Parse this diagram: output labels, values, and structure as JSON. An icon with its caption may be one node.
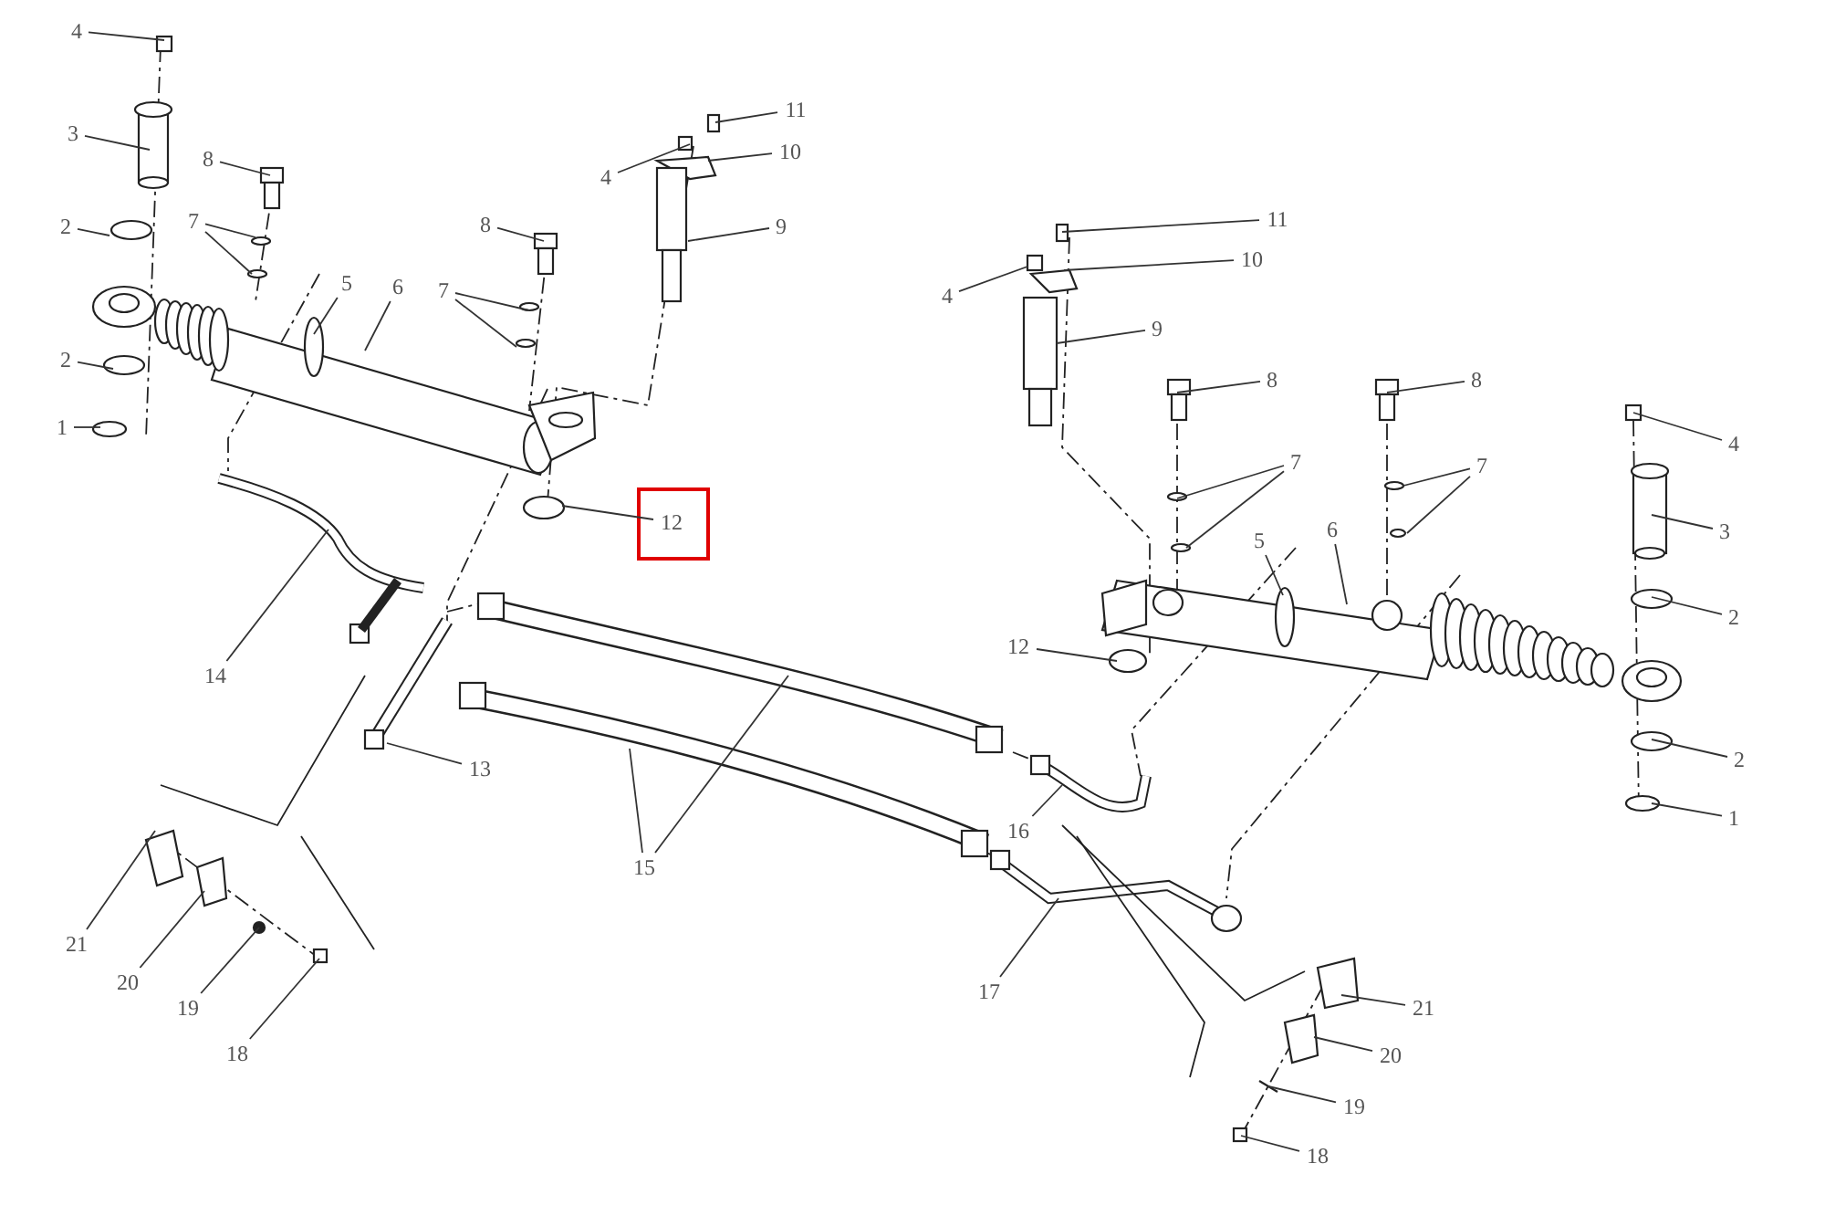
{
  "diagram": {
    "nodes": [
      {
        "text": [
          "4"
        ]
      },
      {
        "text": [
          "3"
        ]
      },
      {
        "text": [
          "8"
        ]
      },
      {
        "text": [
          "2"
        ]
      },
      {
        "text": [
          "7"
        ]
      },
      {
        "text": [
          "5"
        ]
      },
      {
        "text": [
          "6"
        ]
      },
      {
        "text": [
          "8"
        ]
      },
      {
        "text": [
          "7"
        ]
      },
      {
        "text": [
          "11"
        ]
      },
      {
        "text": [
          "4"
        ]
      },
      {
        "text": [
          "10"
        ]
      },
      {
        "text": [
          "9"
        ]
      },
      {
        "text": [
          "2"
        ]
      },
      {
        "text": [
          "1"
        ]
      },
      {
        "text": [
          "12"
        ]
      },
      {
        "text": [
          "14"
        ]
      },
      {
        "text": [
          "13"
        ]
      },
      {
        "text": [
          "15"
        ]
      },
      {
        "text": [
          "16"
        ]
      },
      {
        "text": [
          "17"
        ]
      },
      {
        "text": [
          "21"
        ]
      },
      {
        "text": [
          "20"
        ]
      },
      {
        "text": [
          "19"
        ]
      },
      {
        "text": [
          "18"
        ]
      },
      {
        "text": [
          "11"
        ]
      },
      {
        "text": [
          "4"
        ]
      },
      {
        "text": [
          "10"
        ]
      },
      {
        "text": [
          "9"
        ]
      },
      {
        "text": [
          "8"
        ]
      },
      {
        "text": [
          "8"
        ]
      },
      {
        "text": [
          "7"
        ]
      },
      {
        "text": [
          "7"
        ]
      },
      {
        "text": [
          "4"
        ]
      },
      {
        "text": [
          "3"
        ]
      },
      {
        "text": [
          "5"
        ]
      },
      {
        "text": [
          "6"
        ]
      },
      {
        "text": [
          "12"
        ]
      },
      {
        "text": [
          "2"
        ]
      },
      {
        "text": [
          "2"
        ]
      },
      {
        "text": [
          "1"
        ]
      },
      {
        "text": [
          "21"
        ]
      },
      {
        "text": [
          "20"
        ]
      },
      {
        "text": [
          "19"
        ]
      },
      {
        "text": [
          "18"
        ]
      }
    ],
    "edges": [
      {
        "from": 0,
        "to": null,
        "arrow": "none"
      },
      {
        "from": 1,
        "to": null,
        "arrow": "none"
      },
      {
        "from": 2,
        "to": null,
        "arrow": "none"
      },
      {
        "from": 3,
        "to": null,
        "arrow": "none"
      },
      {
        "from": 4,
        "to": null,
        "arrow": "none"
      },
      {
        "from": 4,
        "to": null,
        "arrow": "none"
      },
      {
        "from": 5,
        "to": null,
        "arrow": "none"
      },
      {
        "from": 6,
        "to": null,
        "arrow": "none"
      },
      {
        "from": 7,
        "to": null,
        "arrow": "none"
      },
      {
        "from": 8,
        "to": null,
        "arrow": "none"
      },
      {
        "from": 8,
        "to": null,
        "arrow": "none"
      },
      {
        "from": 9,
        "to": null,
        "arrow": "none"
      },
      {
        "from": 10,
        "to": null,
        "arrow": "none"
      },
      {
        "from": 11,
        "to": null,
        "arrow": "none"
      },
      {
        "from": 12,
        "to": null,
        "arrow": "none"
      },
      {
        "from": 13,
        "to": null,
        "arrow": "none"
      },
      {
        "from": 14,
        "to": null,
        "arrow": "none"
      },
      {
        "from": 15,
        "to": null,
        "arrow": "none"
      },
      {
        "from": 16,
        "to": null,
        "arrow": "none"
      },
      {
        "from": 17,
        "to": null,
        "arrow": "none"
      },
      {
        "from": 18,
        "to": null,
        "arrow": "none"
      },
      {
        "from": 18,
        "to": null,
        "arrow": "none"
      },
      {
        "from": 19,
        "to": null,
        "arrow": "none"
      },
      {
        "from": 20,
        "to": null,
        "arrow": "none"
      },
      {
        "from": 21,
        "to": null,
        "arrow": "none"
      },
      {
        "from": 22,
        "to": null,
        "arrow": "none"
      },
      {
        "from": 23,
        "to": null,
        "arrow": "none"
      },
      {
        "from": 24,
        "to": null,
        "arrow": "none"
      },
      {
        "from": 25,
        "to": null,
        "arrow": "none"
      },
      {
        "from": 26,
        "to": null,
        "arrow": "none"
      },
      {
        "from": 27,
        "to": null,
        "arrow": "none"
      },
      {
        "from": 28,
        "to": null,
        "arrow": "none"
      },
      {
        "from": 29,
        "to": null,
        "arrow": "none"
      },
      {
        "from": 30,
        "to": null,
        "arrow": "none"
      },
      {
        "from": 31,
        "to": null,
        "arrow": "none"
      },
      {
        "from": 31,
        "to": null,
        "arrow": "none"
      },
      {
        "from": 32,
        "to": null,
        "arrow": "none"
      },
      {
        "from": 32,
        "to": null,
        "arrow": "none"
      },
      {
        "from": 33,
        "to": null,
        "arrow": "none"
      },
      {
        "from": 34,
        "to": null,
        "arrow": "none"
      },
      {
        "from": 35,
        "to": null,
        "arrow": "none"
      },
      {
        "from": 36,
        "to": null,
        "arrow": "none"
      },
      {
        "from": 37,
        "to": null,
        "arrow": "none"
      },
      {
        "from": 38,
        "to": null,
        "arrow": "none"
      },
      {
        "from": 39,
        "to": null,
        "arrow": "none"
      },
      {
        "from": 40,
        "to": null,
        "arrow": "none"
      },
      {
        "from": 41,
        "to": null,
        "arrow": "none"
      },
      {
        "from": 42,
        "to": null,
        "arrow": "none"
      },
      {
        "from": 43,
        "to": null,
        "arrow": "none"
      },
      {
        "from": 44,
        "to": null,
        "arrow": "none"
      }
    ]
  }
}
